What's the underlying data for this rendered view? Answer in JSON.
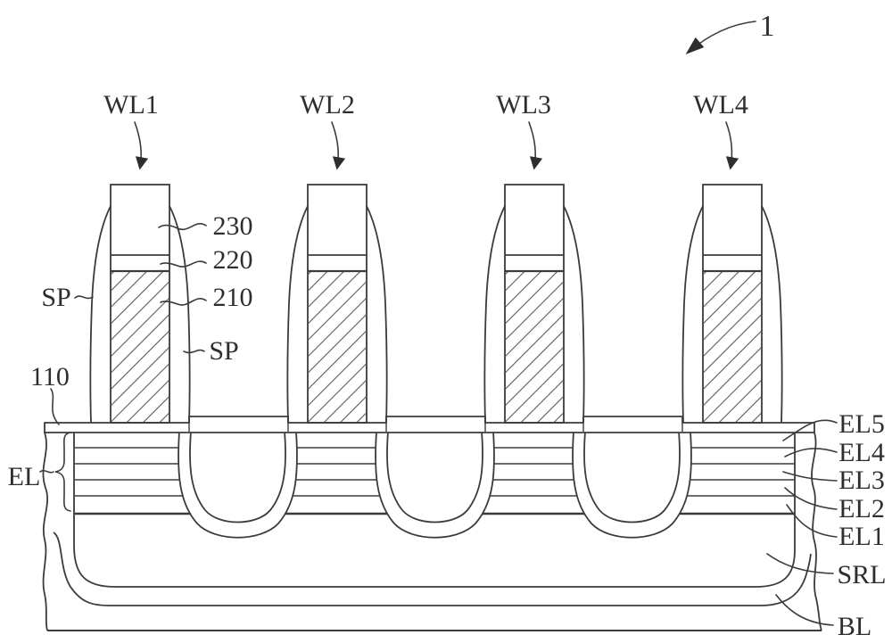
{
  "figure": {
    "reference_number": "1",
    "word_lines": [
      "WL1",
      "WL2",
      "WL3",
      "WL4"
    ],
    "gate_stack": {
      "cap": "230",
      "mid": "220",
      "body": "210"
    },
    "spacer_label_left": "SP",
    "spacer_label_right": "SP",
    "surface_layer_label": "110",
    "epi_group_label": "EL",
    "epi_layers": [
      "EL5",
      "EL4",
      "EL3",
      "EL2",
      "EL1"
    ],
    "srl_label": "SRL",
    "bl_label": "BL",
    "colors": {
      "line": "#3b3b3b",
      "hatch": "#5a5a5a",
      "background": "#ffffff",
      "text": "#2e2e2e"
    }
  }
}
